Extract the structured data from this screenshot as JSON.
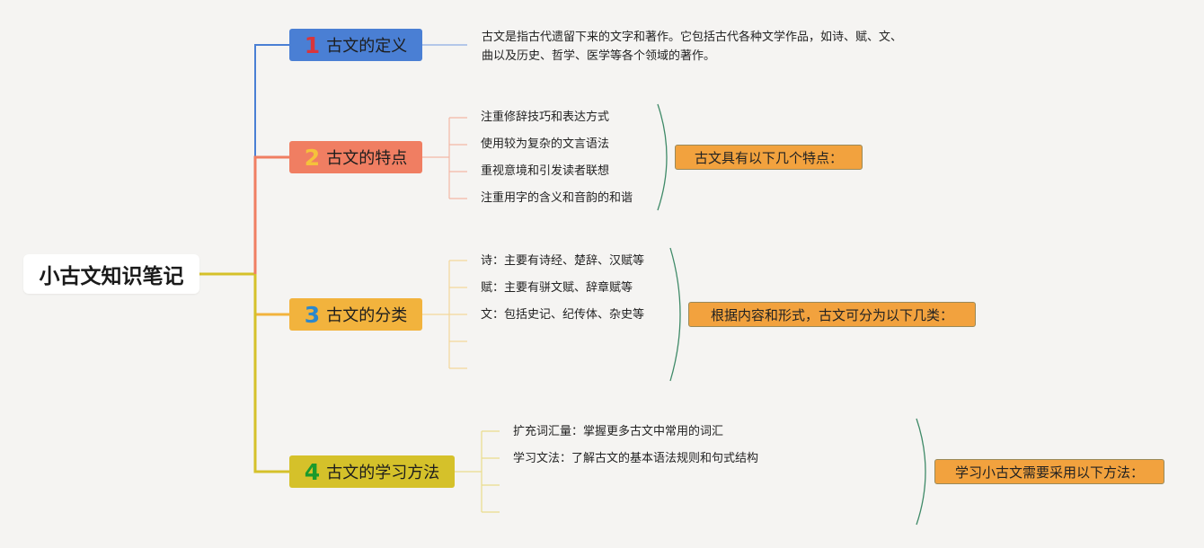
{
  "root": {
    "title": "小古文知识笔记"
  },
  "branches": [
    {
      "number": "1",
      "label": "古文的定义",
      "description": "古文是指古代遗留下来的文字和著作。它包括古代各种文学作品，如诗、赋、文、曲以及历史、哲学、医学等各个领域的著作。"
    },
    {
      "number": "2",
      "label": "古文的特点",
      "items": [
        "注重修辞技巧和表达方式",
        "使用较为复杂的文言语法",
        "重视意境和引发读者联想",
        "注重用字的含义和音韵的和谐"
      ],
      "summary": "古文具有以下几个特点："
    },
    {
      "number": "3",
      "label": "古文的分类",
      "items": [
        "诗：主要有诗经、楚辞、汉赋等",
        "赋：主要有骈文赋、辞章赋等",
        "文：包括史记、纪传体、杂史等",
        "",
        ""
      ],
      "summary": "根据内容和形式，古文可分为以下几类："
    },
    {
      "number": "4",
      "label": "古文的学习方法",
      "items": [
        "扩充词汇量：掌握更多古文中常用的词汇",
        "学习文法：了解古文的基本语法规则和句式结构",
        "",
        ""
      ],
      "summary": "学习小古文需要采用以下方法："
    }
  ],
  "colors": {
    "branch1": "#4a7fd4",
    "branch2": "#f07e62",
    "branch3": "#f2b33d",
    "branch4": "#d5c12a",
    "summary_fill": "#f2a23e",
    "bracket": "#3f8a68"
  }
}
